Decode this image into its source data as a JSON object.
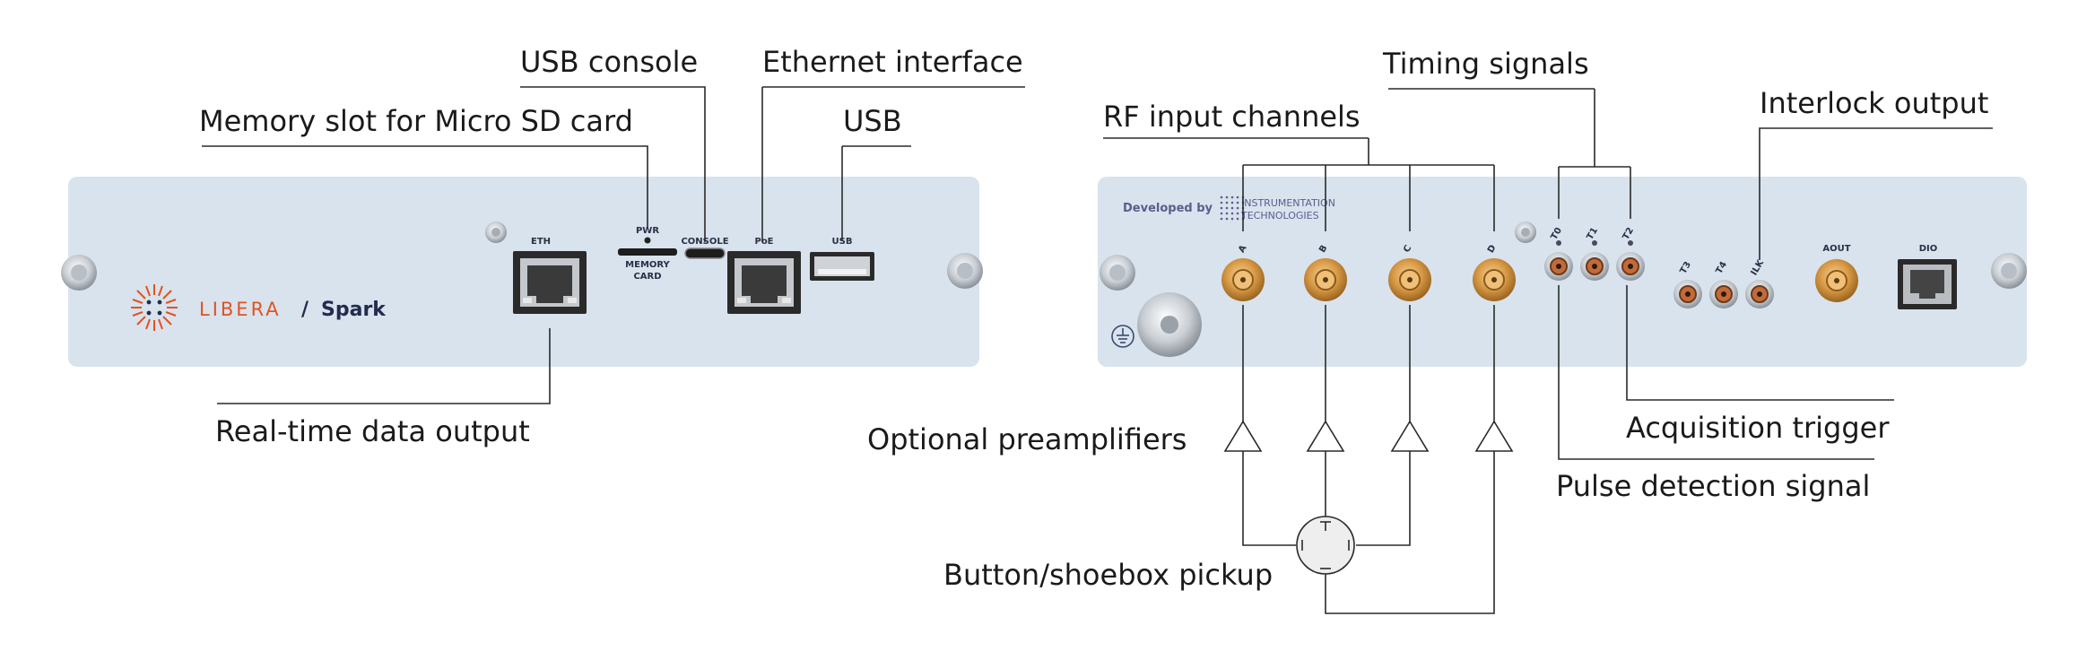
{
  "left_panel": {
    "brand": "LIBERA",
    "separator": "/",
    "product": "Spark",
    "ports": {
      "eth": "ETH",
      "pwr": "PWR",
      "memory_card_1": "MEMORY",
      "memory_card_2": "CARD",
      "console": "CONSOLE",
      "poe": "PoE",
      "usb": "USB"
    }
  },
  "right_panel": {
    "developed_by": "Developed by",
    "company_line1": "INSTRUMENTATION",
    "company_line2": "TECHNOLOGIES",
    "channels": [
      "A",
      "B",
      "C",
      "D"
    ],
    "timing": [
      "T0",
      "T1",
      "T2"
    ],
    "aux": [
      "T3",
      "T4",
      "ILK"
    ],
    "aout": "AOUT",
    "dio": "DIO"
  },
  "callouts": {
    "usb_console": "USB console",
    "ethernet_interface": "Ethernet interface",
    "memory_slot": "Memory slot for Micro SD card",
    "usb": "USB",
    "realtime_output": "Real-time data output",
    "timing_signals": "Timing signals",
    "rf_inputs": "RF input channels",
    "interlock_output": "Interlock output",
    "optional_preamplifiers": "Optional preamplifiers",
    "acquisition_trigger": "Acquisition trigger",
    "pulse_detection": "Pulse detection signal",
    "pickup": "Button/shoebox pickup"
  },
  "colors": {
    "panel": "#d8e3ee",
    "brand_orange": "#e2531f",
    "brand_navy": "#232b4e",
    "sma_gold": "#d99a46"
  }
}
